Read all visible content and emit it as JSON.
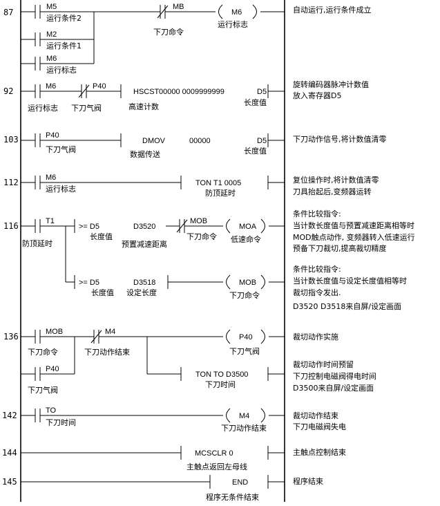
{
  "rungs": [
    {
      "step": "87",
      "contacts": [
        {
          "id": "M5",
          "comment": "运行条件2"
        },
        {
          "id": "M2",
          "comment": "运行条件1"
        },
        {
          "id": "M6",
          "comment": "运行标志"
        },
        {
          "id": "MB",
          "comment": "下刀命令"
        }
      ],
      "coil": {
        "id": "M6",
        "comment": "运行标志"
      },
      "remark": [
        "自动运行,运行条件成立"
      ]
    },
    {
      "step": "92",
      "contacts": [
        {
          "id": "M6",
          "comment": "运行标志"
        },
        {
          "id": "P40",
          "comment": "下刀气阀"
        }
      ],
      "instruction": {
        "op": "HSCST",
        "args": "00000  0009999999",
        "dest": "D5",
        "comment": "高速计数",
        "dest_comment": "长度值"
      },
      "remark": [
        "旋转编码器脉冲计数值",
        "放入寄存器D5"
      ]
    },
    {
      "step": "103",
      "contacts": [
        {
          "id": "P40",
          "comment": "下刀气阀"
        }
      ],
      "instruction": {
        "op": "DMOV",
        "args": "00000",
        "dest": "D5",
        "comment": "数据传送",
        "dest_comment": "长度值"
      },
      "remark": [
        "下刀动作信号,将计数值清零"
      ]
    },
    {
      "step": "112",
      "contacts": [
        {
          "id": "M6",
          "comment": "运行标志"
        }
      ],
      "instruction": {
        "op": "TON   T1   0005",
        "comment": "防顶延时"
      },
      "remark": [
        "复位操作时,将计数值清零",
        "刀具抬起后,变频器运转"
      ]
    },
    {
      "step": "116",
      "contacts": [
        {
          "id": "T1",
          "comment": "防顶延时"
        },
        {
          "id": "MOB",
          "comment": "下刀命令"
        }
      ],
      "compares": [
        {
          "op": ">= D5",
          "ref": "D3520",
          "c1": "长度值",
          "c2": "预置减速距离"
        },
        {
          "op": ">= D5",
          "ref": "D3518",
          "c1": "长度值",
          "c2": "设定长度"
        }
      ],
      "coils": [
        {
          "id": "MOA",
          "comment": "低速命令"
        },
        {
          "id": "MOB",
          "comment": "下刀命令"
        }
      ],
      "remark": [
        "条件比较指令:",
        "当计数长度值与预置减速距离相等时",
        "MOD触点动作, 变频器转入低速运行",
        "预备下刀裁切,提高裁切精度"
      ],
      "remark2": [
        "条件比较指令:",
        "当计数长度值与设定长度值相等时",
        "裁切指令发出.",
        "D3520   D3518来自屏/设定画面"
      ]
    },
    {
      "step": "136",
      "contacts": [
        {
          "id": "MOB",
          "comment": "下刀命令"
        },
        {
          "id": "M4",
          "comment": "下刀动作结束"
        },
        {
          "id": "P40",
          "comment": "下刀气阀"
        }
      ],
      "coil": {
        "id": "P40",
        "comment": "下刀气阀"
      },
      "instruction": {
        "op": "TON    TO    D3500",
        "comment": "下刀时间"
      },
      "remark": [
        "裁切动作实施"
      ],
      "remark2": [
        "裁切动作时间预留",
        "下刀控制电磁阀得电时间",
        "D3500来自屏/设定画面"
      ]
    },
    {
      "step": "142",
      "contacts": [
        {
          "id": "TO",
          "comment": "下刀时间"
        }
      ],
      "coil": {
        "id": "M4",
        "comment": "下刀动作结束"
      },
      "remark": [
        "裁切动作结束",
        "下刀电磁阀失电"
      ]
    },
    {
      "step": "144",
      "instruction": {
        "op": "MCSCLR      0",
        "comment": "主触点返回左母线"
      },
      "remark": [
        "主触点控制结束"
      ]
    },
    {
      "step": "145",
      "instruction": {
        "op": "END",
        "comment": "程序无条件结束"
      },
      "remark": [
        "程序结束"
      ]
    }
  ]
}
